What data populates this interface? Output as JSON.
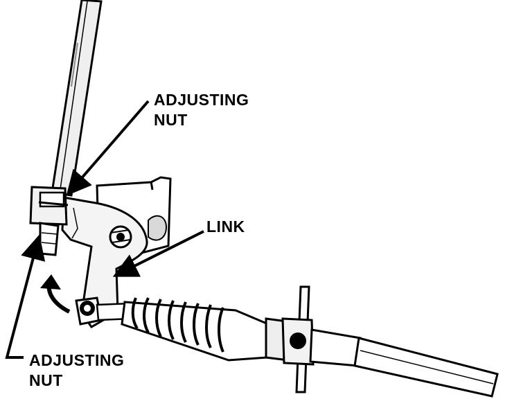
{
  "labels": {
    "adjusting_nut_top": {
      "line1": "ADJUSTING",
      "line2": "NUT"
    },
    "link": "LINK",
    "adjusting_nut_bottom": {
      "line1": "ADJUSTING",
      "line2": "NUT"
    }
  },
  "colors": {
    "ink": "#000000",
    "paper": "#ffffff",
    "shade": "#e9e9e9"
  },
  "icons": [
    "rotation-arrow-icon",
    "leader-arrow-icon"
  ]
}
